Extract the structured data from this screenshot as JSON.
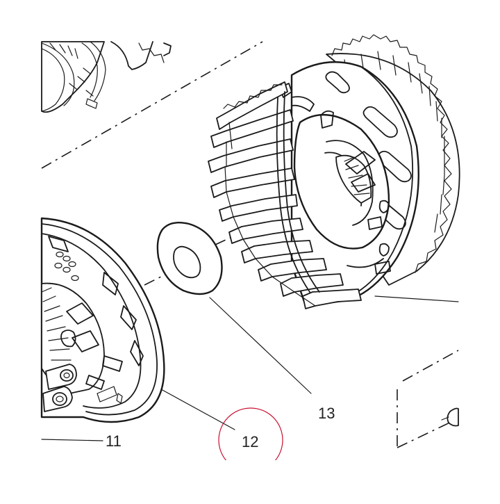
{
  "diagram": {
    "callouts": [
      {
        "id": "callout-11",
        "label": "11"
      },
      {
        "id": "callout-12",
        "label": "12"
      },
      {
        "id": "callout-13",
        "label": "13"
      }
    ],
    "highlight_color": "#c8102e",
    "line_color": "#1a1a1a"
  }
}
